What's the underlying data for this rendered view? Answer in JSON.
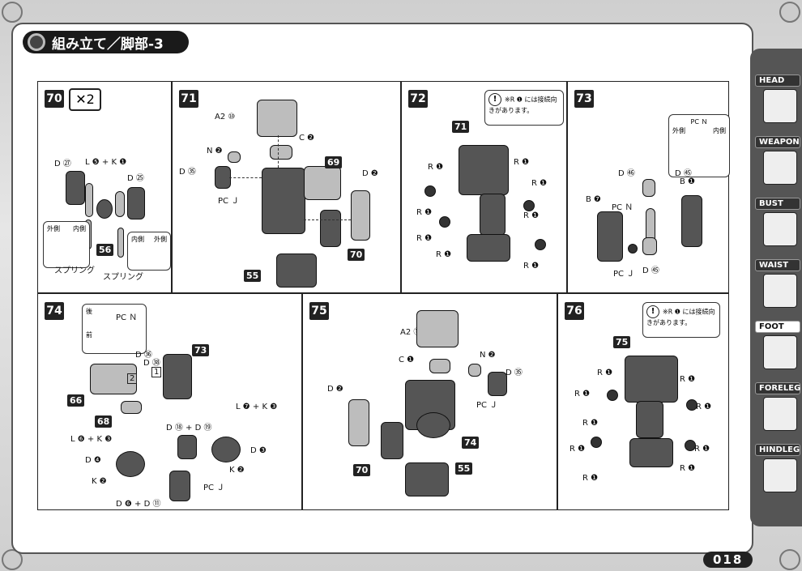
{
  "page": {
    "title": "組み立て／脚部-3",
    "page_number": "018"
  },
  "steps": {
    "s70": {
      "num": "70",
      "mult": "✕2",
      "labels": {
        "d27": "D ㉗",
        "l5k1": "L ❺ + K ❶",
        "d25": "D ㉕",
        "outer": "外側",
        "inner": "内側",
        "inner2": "内側",
        "outer2": "外側",
        "spring1": "スプリング",
        "spring2": "スプリング",
        "p56": "56"
      }
    },
    "s71": {
      "num": "71",
      "labels": {
        "a2": "A2 ⑩",
        "c2": "C ❷",
        "n2": "N ❷",
        "d35": "D ㉟",
        "pcj": "PC Ｊ",
        "d2": "D ❷",
        "p69": "69",
        "p70": "70",
        "p55": "55"
      }
    },
    "s72": {
      "num": "72",
      "note": "※R ❶ には接続向きがあります。",
      "labels": {
        "p71": "71",
        "r1": "R ❶"
      }
    },
    "s73": {
      "num": "73",
      "labels": {
        "pcn_box": "PC Ｎ",
        "outer": "外側",
        "inner": "内側",
        "d46": "D ㊻",
        "d45": "D ㊺",
        "b1": "B ❶",
        "b7": "B ❼",
        "pcn": "PC Ｎ",
        "pcj": "PC Ｊ",
        "d45b": "D ㊺"
      }
    },
    "s74": {
      "num": "74",
      "labels": {
        "back": "後",
        "front": "前",
        "pcn": "PC Ｎ",
        "d36": "D ㊱",
        "d38": "D ㊳",
        "p73": "73",
        "p66": "66",
        "p68": "68",
        "d18d19": "D ⑱ + D ⑲",
        "l7k3": "L ❼ + K ❸",
        "l6k3": "L ❻ + K ❸",
        "d4": "D ❹",
        "d3": "D ❸",
        "k2a": "K ❷",
        "k2b": "K ❷",
        "pcj": "PC Ｊ",
        "d6d11": "D ❻ + D ⑪",
        "n1": "1",
        "n2": "2"
      }
    },
    "s75": {
      "num": "75",
      "labels": {
        "a2": "A2 ⑪",
        "c1": "C ❶",
        "n2": "N ❷",
        "d35": "D ㉟",
        "pcj": "PC Ｊ",
        "d2": "D ❷",
        "p74": "74",
        "p70": "70",
        "p55": "55"
      }
    },
    "s76": {
      "num": "76",
      "note": "※R ❶ には接続向きがあります。",
      "labels": {
        "p75": "75",
        "r1": "R ❶"
      }
    }
  },
  "sidebar": [
    {
      "label": "HEAD",
      "icon": "head-icon"
    },
    {
      "label": "WEAPON",
      "icon": "weapon-icon"
    },
    {
      "label": "BUST",
      "icon": "bust-icon"
    },
    {
      "label": "WAIST",
      "icon": "waist-icon"
    },
    {
      "label": "FOOT",
      "icon": "foot-icon",
      "active": true
    },
    {
      "label": "FORELEG",
      "icon": "foreleg-icon"
    },
    {
      "label": "HINDLEG",
      "icon": "hindleg-icon"
    }
  ]
}
